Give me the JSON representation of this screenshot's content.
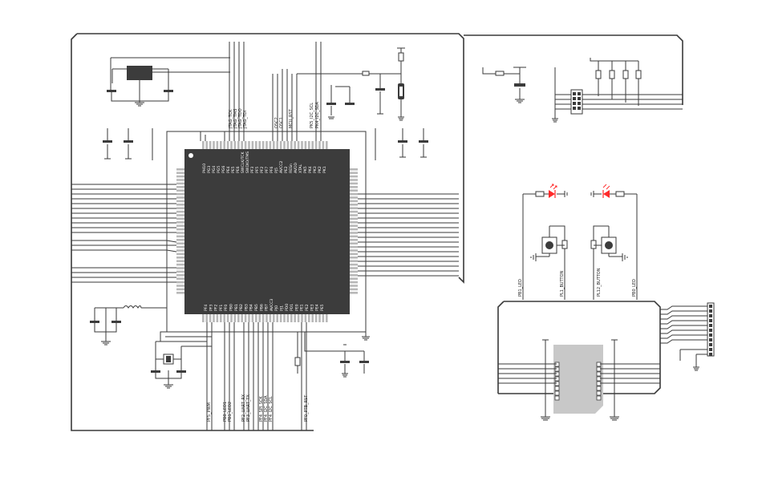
{
  "schematic": {
    "top_pin_labels": [
      "JTAG_TCK",
      "JTAG_TMS",
      "JTAG_TDO",
      "JTAG_TDI",
      "OSC2",
      "OSC1",
      "MCU_RST",
      "PK5_I2C_SCL",
      "PK4_I2C_SDA"
    ],
    "bottom_net_labels": [
      "PF5_PWM",
      "PB0_LED1",
      "PB1_LED2",
      "PF2_UART_RX",
      "PF3_UART_TX",
      "PF4_SPI_SCK",
      "PF4_I2C_SDA",
      "PF4_I2C_SCL",
      "PF0_PTB_RST"
    ],
    "right_net_labels": [
      "PB1_LED",
      "PL1_BUTTON",
      "PL12_BUTTON",
      "PB0_LED"
    ],
    "led_color": "#ff2a2a",
    "chip_color": "#3c3c3c",
    "module_color": "#c8c8c8"
  }
}
